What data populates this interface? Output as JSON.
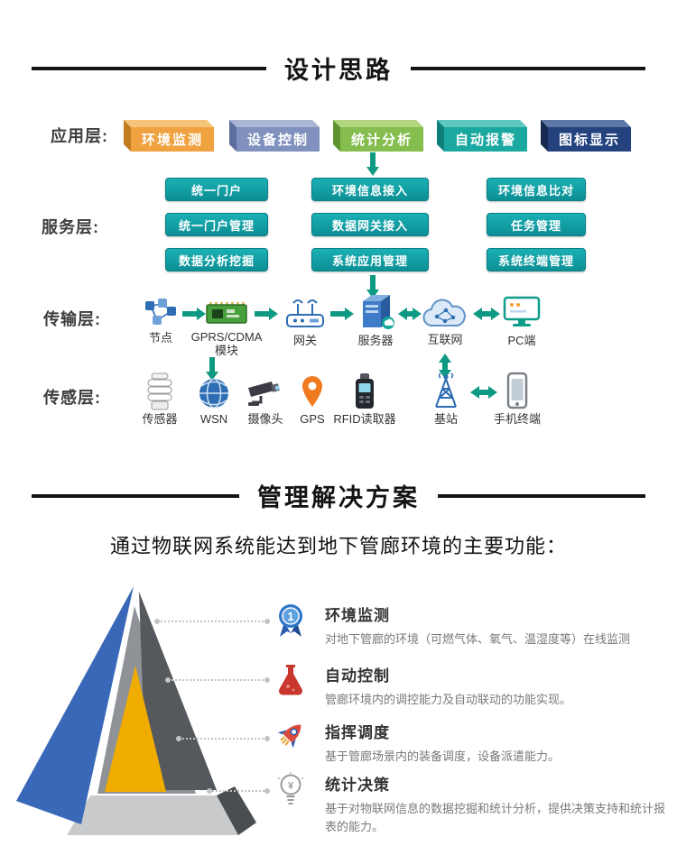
{
  "colors": {
    "accent_teal": "#0e9a82",
    "service_button_teal": "#0c8f95",
    "line_black": "#141414",
    "app_boxes": [
      "#f0a240",
      "#8091be",
      "#85be4e",
      "#1ba8a0",
      "#24427e"
    ],
    "pyramid": [
      "#3a68b8",
      "#8f9296",
      "#f0ad00",
      "#c9cacc",
      "#55585c"
    ]
  },
  "section1": {
    "title": "设计思路",
    "app_layer": {
      "label": "应用层:",
      "boxes": [
        {
          "label": "环境监测"
        },
        {
          "label": "设备控制"
        },
        {
          "label": "统计分析"
        },
        {
          "label": "自动报警"
        },
        {
          "label": "图标显示"
        }
      ]
    },
    "service_layer": {
      "label": "服务层:",
      "rows": [
        {
          "c1": "统一门户",
          "c2": "环境信息接入",
          "c3": "环境信息比对"
        },
        {
          "c1": "统一门户管理",
          "c2": "数据网关接入",
          "c3": "任务管理"
        },
        {
          "c1": "数据分析挖掘",
          "c2": "系统应用管理",
          "c3": "系统终端管理"
        }
      ]
    },
    "transport_layer": {
      "label": "传输层:",
      "items": [
        {
          "label": "节点",
          "icon": "nodes-icon"
        },
        {
          "label": "GPRS/CDMA",
          "label2": "模块",
          "icon": "gprs-module-icon"
        },
        {
          "label": "网关",
          "icon": "gateway-icon"
        },
        {
          "label": "服务器",
          "icon": "server-icon"
        },
        {
          "label": "互联网",
          "icon": "internet-cloud-icon"
        },
        {
          "label": "PC端",
          "icon": "pc-monitor-icon"
        }
      ]
    },
    "sensor_layer": {
      "label": "传感层:",
      "items": [
        {
          "label": "传感器",
          "icon": "sensor-icon"
        },
        {
          "label": "WSN",
          "icon": "wsn-globe-icon"
        },
        {
          "label": "摄像头",
          "icon": "camera-icon"
        },
        {
          "label": "GPS",
          "icon": "gps-pin-icon"
        },
        {
          "label": "RFID读取器",
          "icon": "rfid-reader-icon"
        },
        {
          "label": "基站",
          "icon": "base-station-icon"
        },
        {
          "label": "手机终端",
          "icon": "phone-icon"
        }
      ]
    }
  },
  "section2": {
    "title": "管理解决方案",
    "subtitle": "通过物联网系统能达到地下管廊环境的主要功能：",
    "features": [
      {
        "title": "环境监测",
        "desc": "对地下管廊的环境（可燃气体、氧气、温湿度等）在线监测",
        "icon": "medal-icon",
        "icon_text": "1"
      },
      {
        "title": "自动控制",
        "desc": "管廊环境内的调控能力及自动联动的功能实现。",
        "icon": "flask-icon",
        "icon_text": ""
      },
      {
        "title": "指挥调度",
        "desc": "基于管廊场景内的装备调度，设备派遣能力。",
        "icon": "rocket-icon",
        "icon_text": ""
      },
      {
        "title": "统计决策",
        "desc": "基于对物联网信息的数据挖掘和统计分析，提供决策支持和统计报表的能力。",
        "icon": "bulb-icon",
        "icon_text": "¥"
      }
    ]
  }
}
